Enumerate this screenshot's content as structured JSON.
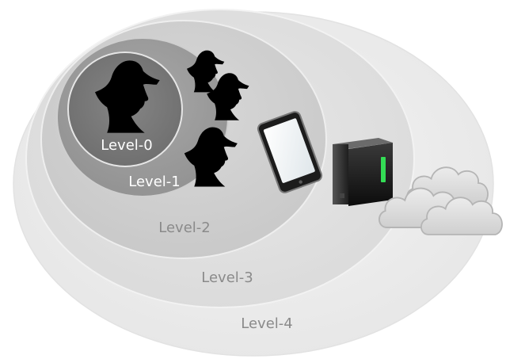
{
  "levels": [
    {
      "label": "Level-0",
      "fill": "#7a7a7a",
      "text_color": "#ffffff"
    },
    {
      "label": "Level-1",
      "fill": "#9a9a9a",
      "text_color": "#ffffff"
    },
    {
      "label": "Level-2",
      "fill": "#d3d3d3",
      "text_color": "#8a8a8a"
    },
    {
      "label": "Level-3",
      "fill": "#e2e2e2",
      "text_color": "#8a8a8a"
    },
    {
      "label": "Level-4",
      "fill": "#eeeeee",
      "text_color": "#8a8a8a"
    }
  ],
  "icons": {
    "firefighter": "firefighter-silhouette-icon",
    "tablet": "tablet-icon",
    "server": "server-tower-icon",
    "cloud": "cloud-icon"
  },
  "colors": {
    "silhouette": "#000000",
    "server_led": "#33dd55"
  }
}
